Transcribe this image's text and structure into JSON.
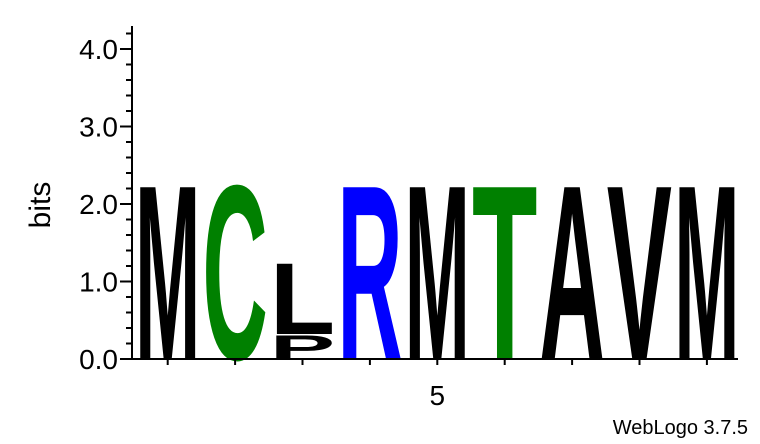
{
  "chart_data": {
    "type": "sequence-logo",
    "ylabel": "bits",
    "ylim": [
      0,
      4.3
    ],
    "yticks": [
      "0.0",
      "1.0",
      "2.0",
      "3.0",
      "4.0"
    ],
    "xtick_labels": [
      {
        "position": 5,
        "label": "5"
      }
    ],
    "positions": [
      {
        "position": 1,
        "letters": [
          {
            "letter": "M",
            "bits": 2.32
          }
        ]
      },
      {
        "position": 2,
        "letters": [
          {
            "letter": "C",
            "bits": 2.32
          }
        ]
      },
      {
        "position": 3,
        "letters": [
          {
            "letter": "P",
            "bits": 0.32
          },
          {
            "letter": "L",
            "bits": 0.95
          }
        ]
      },
      {
        "position": 4,
        "letters": [
          {
            "letter": "R",
            "bits": 2.32
          }
        ]
      },
      {
        "position": 5,
        "letters": [
          {
            "letter": "M",
            "bits": 2.32
          }
        ]
      },
      {
        "position": 6,
        "letters": [
          {
            "letter": "T",
            "bits": 2.32
          }
        ]
      },
      {
        "position": 7,
        "letters": [
          {
            "letter": "A",
            "bits": 2.32
          }
        ]
      },
      {
        "position": 8,
        "letters": [
          {
            "letter": "V",
            "bits": 2.32
          }
        ]
      },
      {
        "position": 9,
        "letters": [
          {
            "letter": "M",
            "bits": 2.32
          }
        ]
      }
    ],
    "colors": {
      "M": "#000000",
      "C": "#008000",
      "P": "#000000",
      "L": "#000000",
      "R": "#0000ff",
      "T": "#008000",
      "A": "#000000",
      "V": "#000000"
    }
  },
  "credit": "WebLogo 3.7.5"
}
